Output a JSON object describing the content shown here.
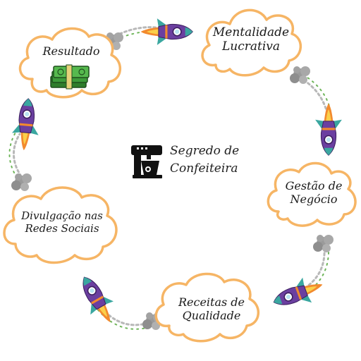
{
  "center": {
    "line1": "Segredo de",
    "line2": "Confeiteira",
    "icon": "stand-mixer-icon"
  },
  "steps": [
    {
      "id": "mentalidade",
      "line1": "Mentalidade",
      "line2": "Lucrativa"
    },
    {
      "id": "gestao",
      "line1": "Gestão de",
      "line2": "Negócio"
    },
    {
      "id": "receitas",
      "line1": "Receitas de",
      "line2": "Qualidade"
    },
    {
      "id": "divulgacao",
      "line1": "Divulgação nas",
      "line2": "Redes Sociais"
    },
    {
      "id": "resultado",
      "line1": "Resultado",
      "icon": "money-stack-icon"
    }
  ],
  "colors": {
    "cloud_stroke": "#f6b565",
    "rocket_body": "#6b3fa0",
    "rocket_fin": "#3aa7a0",
    "flame": "#f28a2e",
    "smoke": "#9a9a9a",
    "money": "#3d9b3a"
  }
}
